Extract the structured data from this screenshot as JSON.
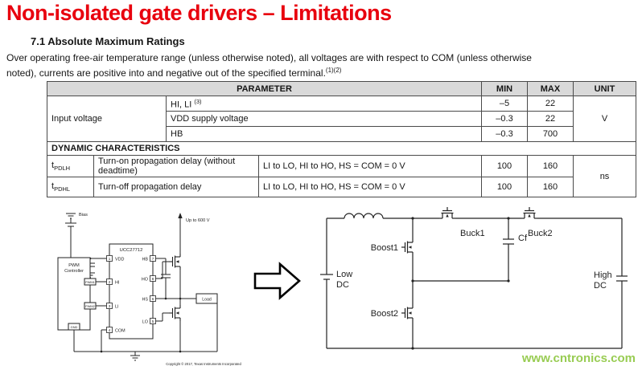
{
  "slide": {
    "title": "Non-isolated gate drivers – Limitations",
    "watermark": "www.cntronics.com"
  },
  "section": {
    "heading": "7.1 Absolute Maximum Ratings",
    "intro_line1": "Over operating free-air temperature range (unless otherwise noted), all voltages are with respect to COM (unless otherwise",
    "intro_line2": "noted), currents are positive into and negative out of the specified terminal.",
    "intro_sup": "(1)(2)"
  },
  "table": {
    "header": {
      "parameter": "PARAMETER",
      "min": "MIN",
      "max": "MAX",
      "unit": "UNIT"
    },
    "input_voltage": {
      "label": "Input voltage",
      "unit": "V",
      "rows": [
        {
          "param": "HI, LI ",
          "sup": "(3)",
          "min": "–5",
          "max": "22"
        },
        {
          "param": "VDD supply voltage",
          "sup": "",
          "min": "–0.3",
          "max": "22"
        },
        {
          "param": "HB",
          "sup": "",
          "min": "–0.3",
          "max": "700"
        }
      ]
    },
    "dynamic": {
      "section_label": "DYNAMIC CHARACTERISTICS",
      "unit": "ns",
      "rows": [
        {
          "sym": "t",
          "sub": "PDLH",
          "desc": "Turn-on propagation delay (without deadtime)",
          "cond": "LI to LO, HI to HO, HS = COM = 0 V",
          "min": "100",
          "max": "160"
        },
        {
          "sym": "t",
          "sub": "PDHL",
          "desc": "Turn-off propagation delay",
          "cond": "LI to LO, HI to HO, HS = COM = 0 V",
          "min": "100",
          "max": "160"
        }
      ]
    }
  },
  "left_circuit": {
    "bias": "Bias",
    "hv": "Up to 600 V",
    "chip": "UCC27712",
    "pwm_title1": "PWM",
    "pwm_title2": "Controller",
    "pwm1": "PWM1",
    "pwm2": "PWM2",
    "gnd": "GND",
    "load": "Load",
    "pins": {
      "vdd": "VDD",
      "hi": "HI",
      "li": "LI",
      "com": "COM",
      "hb": "HB",
      "ho": "HO",
      "hs": "HS",
      "lo": "LO"
    },
    "pin_numbers": {
      "vdd": "1",
      "hi": "2",
      "li": "3",
      "com": "4",
      "lo": "5",
      "hs": "6",
      "hb": "7",
      "ho": "8"
    },
    "copyright": "Copyright © 2017, Texas Instruments Incorporated"
  },
  "right_circuit": {
    "low_dc_1": "Low",
    "low_dc_2": "DC",
    "high_dc_1": "High",
    "high_dc_2": "DC",
    "boost1": "Boost1",
    "boost2": "Boost2",
    "buck1": "Buck1",
    "buck2": "Buck2",
    "cf": "Cf"
  },
  "colors": {
    "title_red": "#e8000e",
    "watermark_green": "#8dc63f",
    "table_header_bg": "#d9d9d9"
  }
}
